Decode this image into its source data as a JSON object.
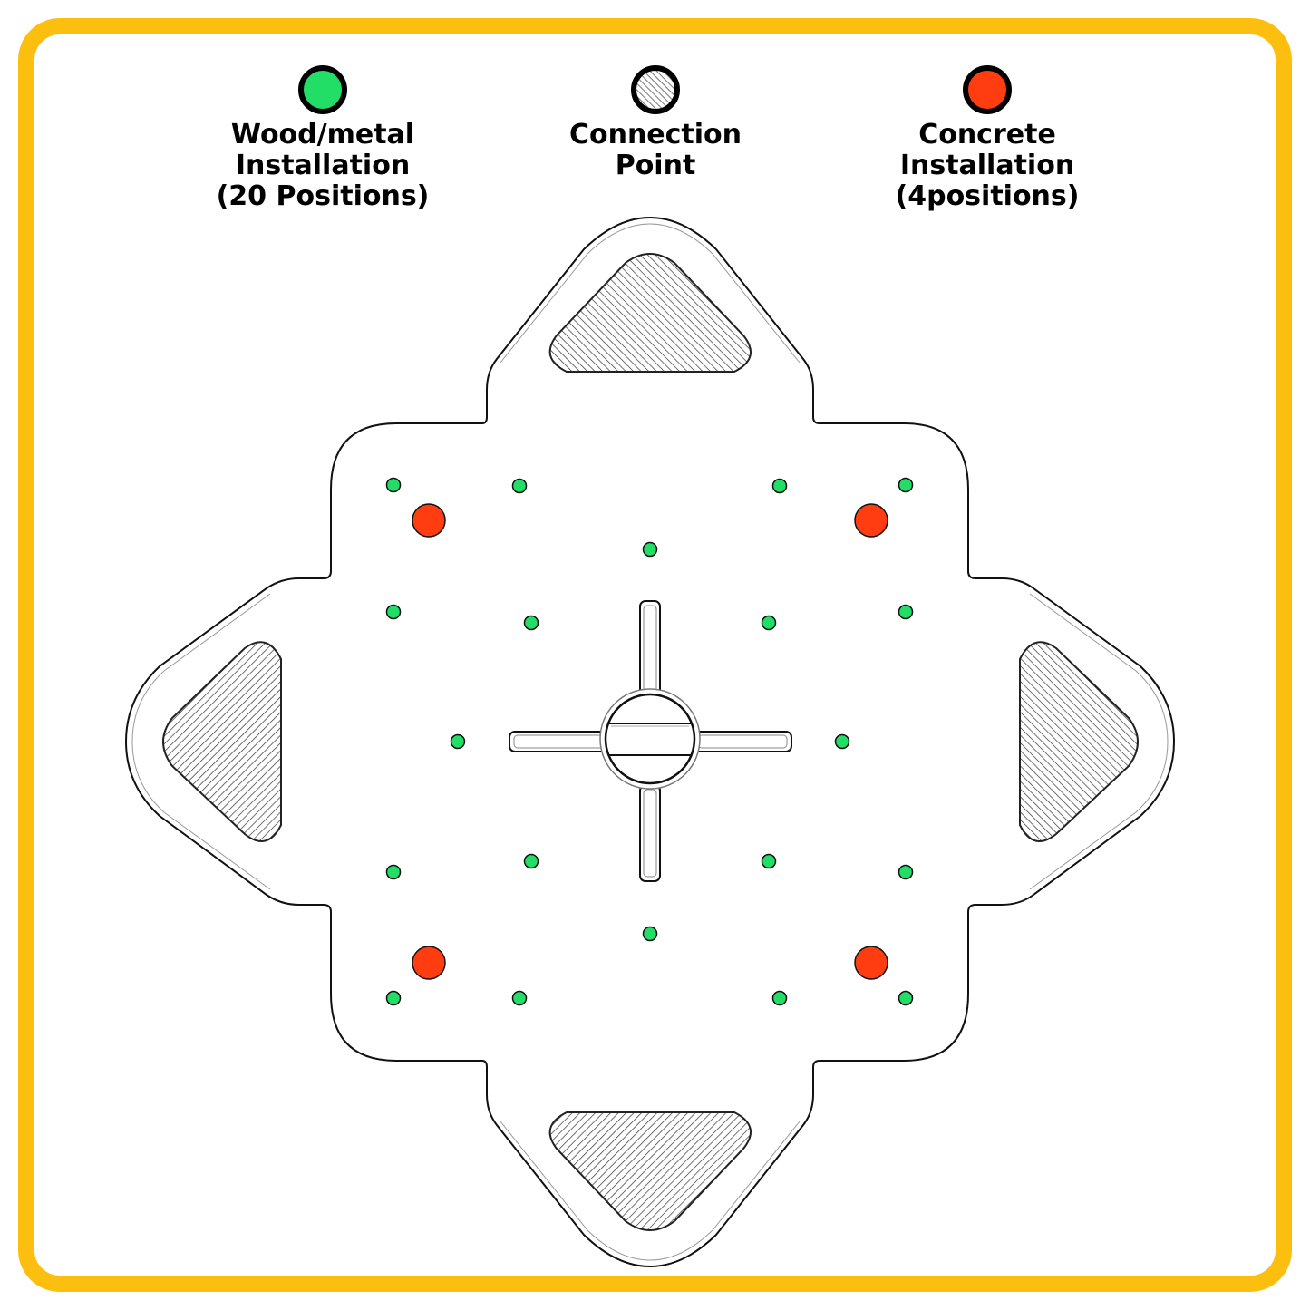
{
  "legend": {
    "wood_metal": {
      "line1": "Wood/metal",
      "line2": "Installation",
      "line3": "(20 Positions)",
      "color": "#22DD66",
      "icon": "green-dot-icon"
    },
    "connection": {
      "line1": "Connection",
      "line2": "Point",
      "icon": "hatched-circle-icon"
    },
    "concrete": {
      "line1": "Concrete",
      "line2": "Installation",
      "line3": "(4positions)",
      "color": "#FF3D10",
      "icon": "red-dot-icon"
    }
  },
  "colors": {
    "frame": "#FDBF0F",
    "outline": "#111111",
    "hatch": "#444444"
  }
}
